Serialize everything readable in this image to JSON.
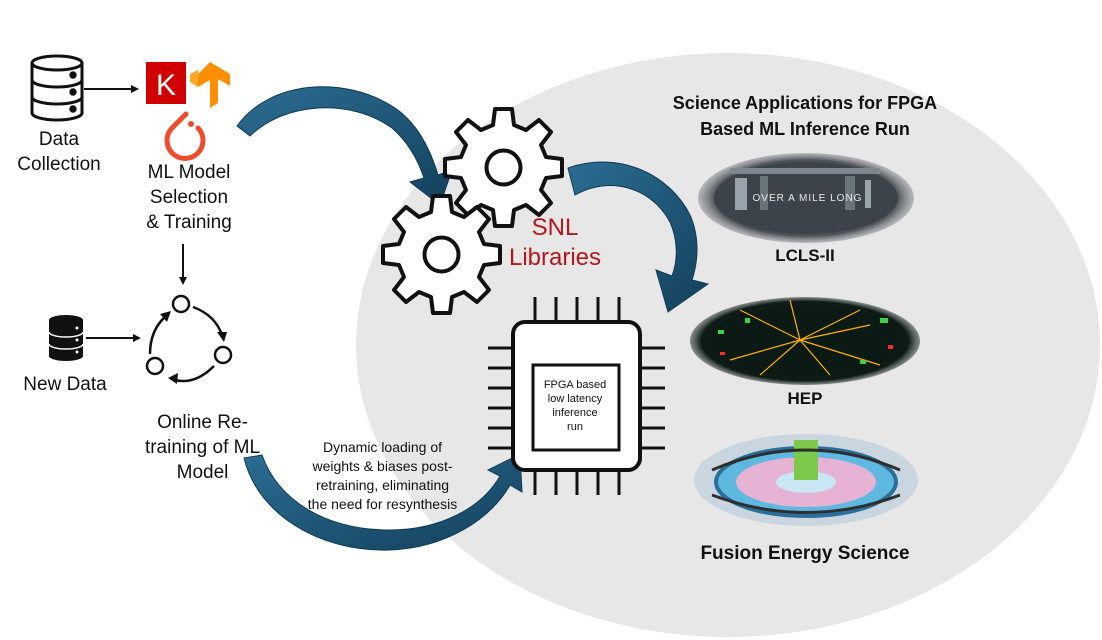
{
  "labels": {
    "app_title_line1": "Science Applications for FPGA",
    "app_title_line2": "Based ML Inference Run",
    "snl_line1": "SNL",
    "snl_line2": "Libraries",
    "lcls": "LCLS-II",
    "lcls_caption": "OVER A MILE LONG",
    "hep": "HEP",
    "fusion": "Fusion Energy Science",
    "data_collection_line1": "Data",
    "data_collection_line2": "Collection",
    "ml_selection_line1": "ML Model",
    "ml_selection_line2": "Selection",
    "ml_selection_line3": "& Training",
    "new_data": "New Data",
    "online_line1": "Online Re-",
    "online_line2": "training of ML",
    "online_line3": "Model",
    "dynamic_line1": "Dynamic loading of",
    "dynamic_line2": "weights & biases post-",
    "dynamic_line3": "retraining, eliminating",
    "dynamic_line4": "the need for resynthesis",
    "fpga_line1": "FPGA based",
    "fpga_line2": "low latency",
    "fpga_line3": "inference",
    "fpga_line4": "run",
    "keras_letter": "K"
  },
  "icons": [
    "database-icon",
    "keras-logo-icon",
    "tensorflow-logo-icon",
    "pytorch-logo-icon",
    "gear-icon",
    "chip-icon",
    "cycle-icon"
  ],
  "colors": {
    "arrow": "#1c4f6e",
    "snl_red": "#b3171c",
    "ellipse": "#e7e7e7",
    "keras_red": "#d00000",
    "tensorflow_orange": "#ff8f00",
    "pytorch_orange": "#ee4c2c"
  }
}
